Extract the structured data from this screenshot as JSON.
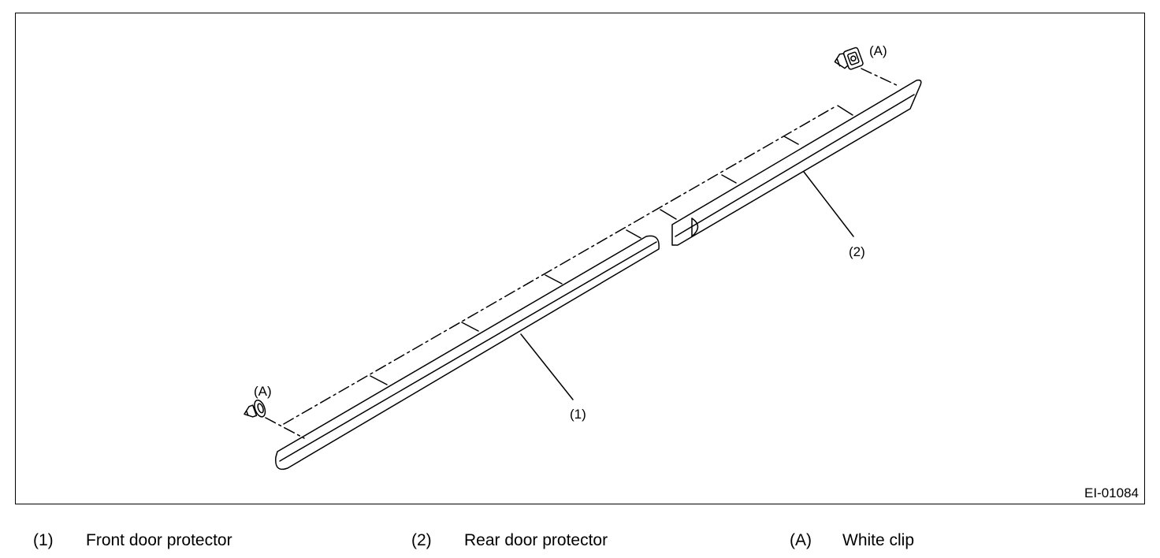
{
  "diagram": {
    "callouts": {
      "front_protector": "(1)",
      "rear_protector": "(2)",
      "clip_front": "(A)",
      "clip_rear": "(A)"
    },
    "figure_id": "EI-01084"
  },
  "legend": [
    {
      "key": "(1)",
      "label": "Front door protector"
    },
    {
      "key": "(2)",
      "label": "Rear door protector"
    },
    {
      "key": "(A)",
      "label": "White clip"
    }
  ]
}
